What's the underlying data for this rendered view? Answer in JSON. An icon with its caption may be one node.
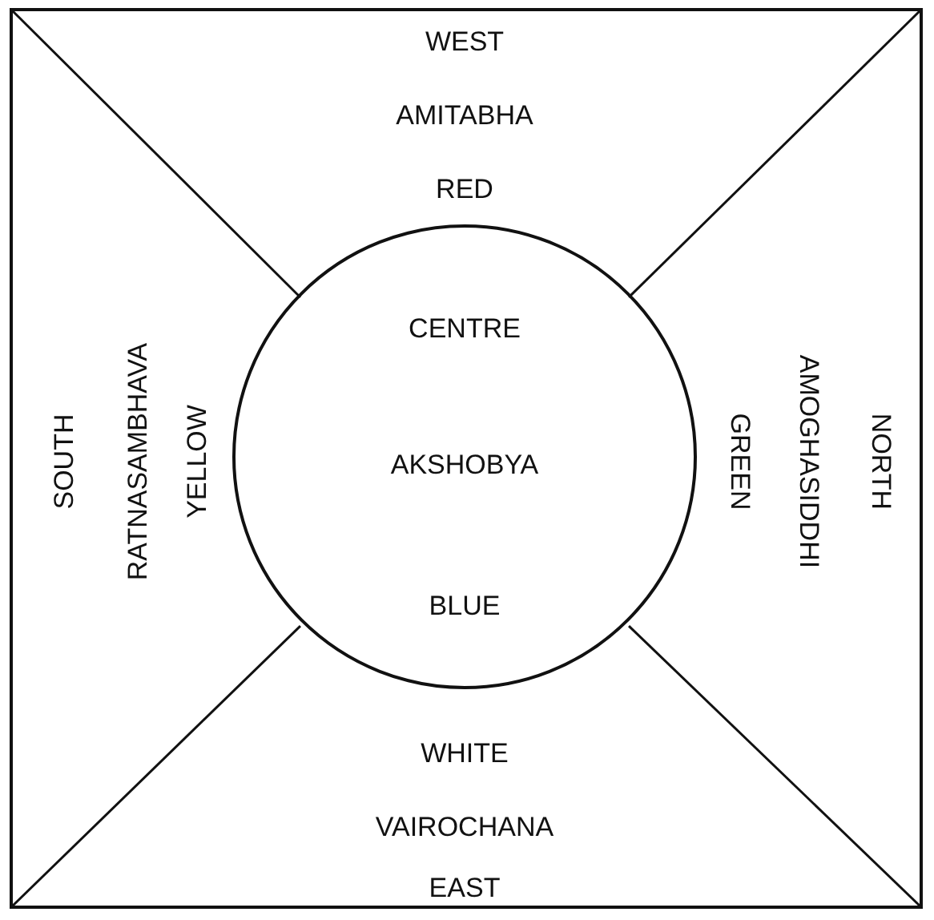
{
  "diagram": {
    "nodes": [
      {
        "text": [],
        "shape": "box"
      },
      {
        "text": [
          "WEST",
          "AMITABHA",
          "RED"
        ],
        "in": 0
      },
      {
        "text": [
          "SOUTH",
          "RATNASAMBHAVA",
          "YELLOW"
        ],
        "in": 0
      },
      {
        "text": [
          "CENTRE",
          "AKSHOBYA",
          "BLUE"
        ],
        "in": 0
      },
      {
        "text": [
          "GREEN",
          "AMOGHASIDDHI",
          "NORTH"
        ],
        "in": 0
      },
      {
        "text": [
          "WHITE",
          "VAIROCHANA",
          "EAST"
        ],
        "in": 0
      }
    ]
  }
}
